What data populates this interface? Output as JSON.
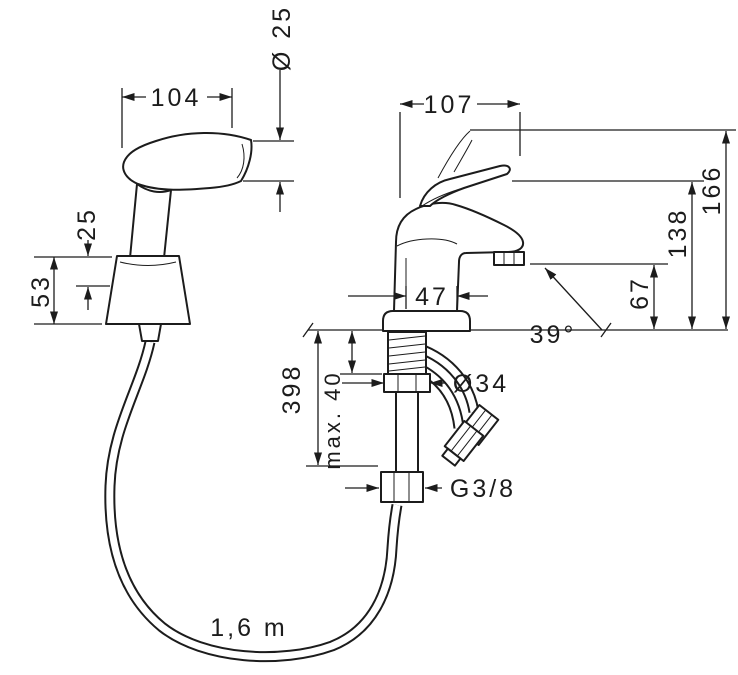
{
  "drawing": {
    "type": "technical-dimension-drawing",
    "subject": "basin mixer faucet with hand shower, holder and hose",
    "colors": {
      "line": "#1c1c1c",
      "background": "#ffffff"
    },
    "dimensions": {
      "spray_diameter": "Ø 25",
      "spray_length": "104",
      "spray_offset": "25",
      "holder_height": "53",
      "faucet_projection": "107",
      "base_depth": "47",
      "height_total": "166",
      "height_lever": "138",
      "height_spout": "67",
      "lever_angle": "39°",
      "length_below": "398",
      "max_mounting": "max. 40",
      "hole_diameter": "Ø34",
      "thread": "G3/8",
      "hose_length": "1,6 m"
    }
  }
}
